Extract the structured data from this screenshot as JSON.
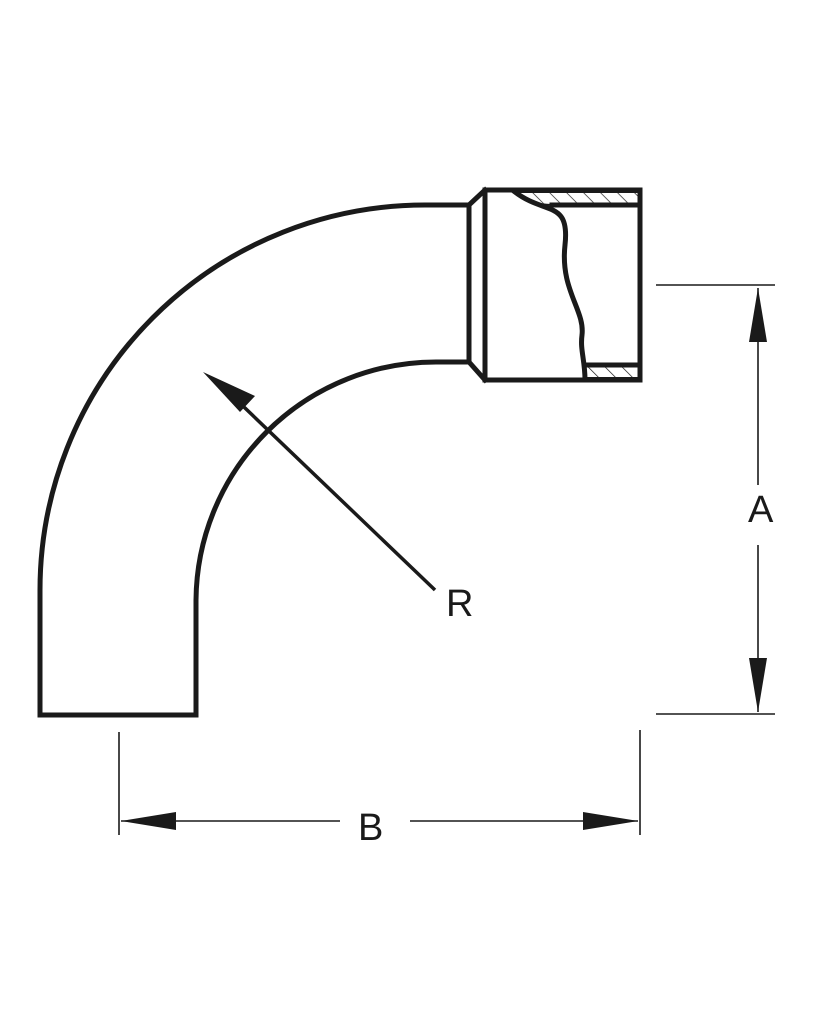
{
  "labels": {
    "radius": "R",
    "height": "A",
    "width": "B"
  },
  "colors": {
    "line": "#1a1a1a",
    "background": "#ffffff"
  }
}
